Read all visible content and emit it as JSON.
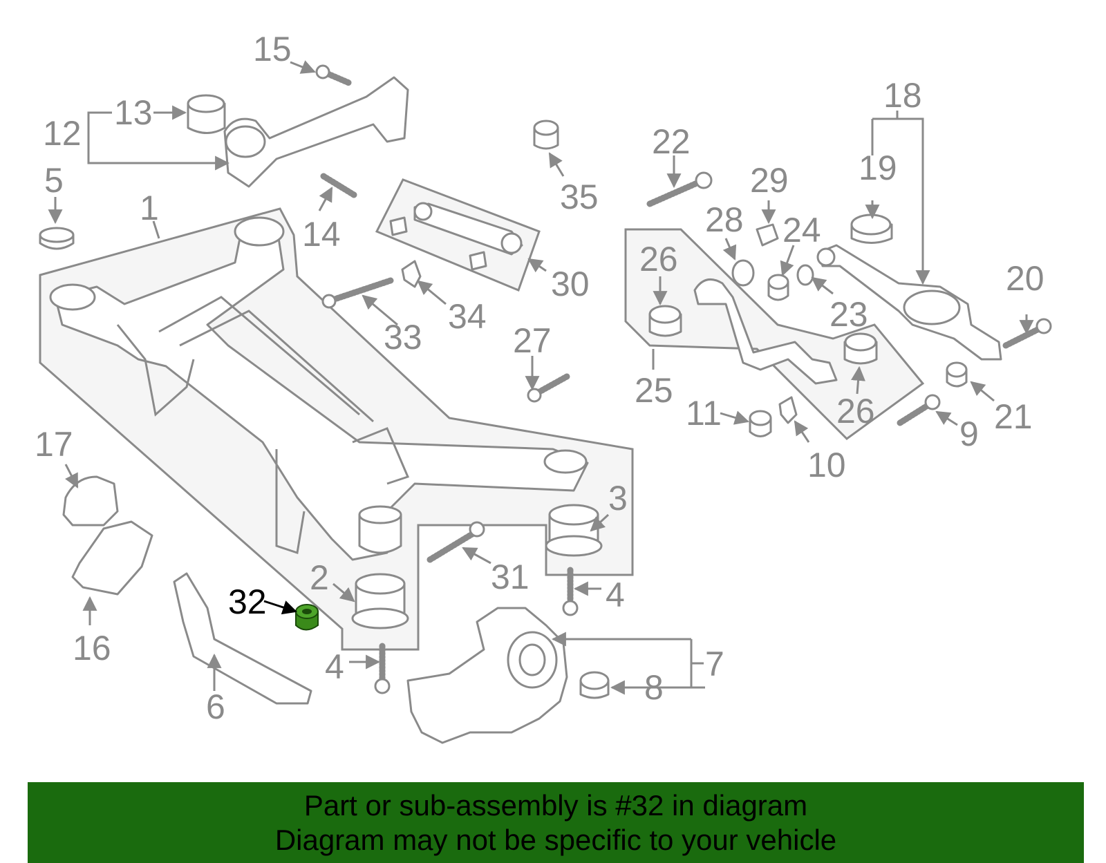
{
  "highlight": {
    "callout": "32",
    "color": "#3a8a1a"
  },
  "callouts": [
    "1",
    "2",
    "3",
    "4",
    "4",
    "5",
    "6",
    "7",
    "8",
    "9",
    "10",
    "11",
    "12",
    "13",
    "14",
    "15",
    "16",
    "17",
    "18",
    "19",
    "20",
    "21",
    "22",
    "23",
    "24",
    "25",
    "26",
    "26",
    "27",
    "28",
    "29",
    "30",
    "31",
    "32",
    "33",
    "34",
    "35"
  ],
  "banner": {
    "line1": "Part or sub-assembly is #32 in diagram",
    "line2": "Diagram may not be specific to your vehicle",
    "background": "#1a6b0e"
  }
}
